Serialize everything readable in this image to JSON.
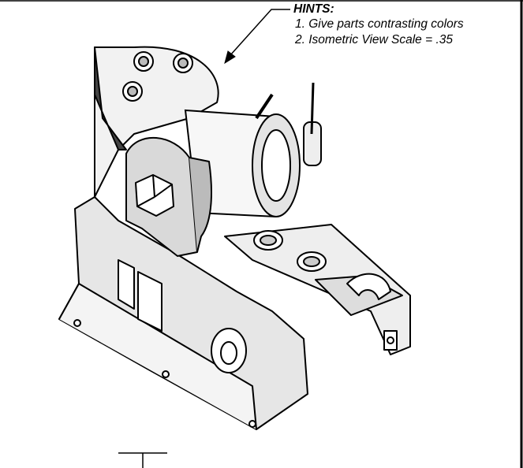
{
  "hints": {
    "title": "HINTS:",
    "items": [
      "1. Give parts contrasting colors",
      "2. Isometric View Scale = .35"
    ]
  }
}
